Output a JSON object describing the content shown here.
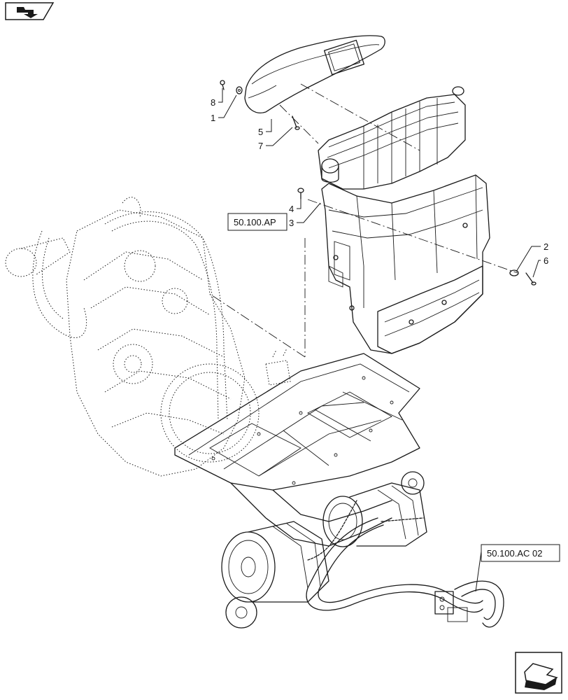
{
  "callouts": {
    "c1": "1",
    "c2": "2",
    "c3": "3",
    "c4": "4",
    "c5": "5",
    "c6": "6",
    "c7": "7",
    "c8": "8"
  },
  "references": {
    "ref_ap": "50.100.AP",
    "ref_ac": "50.100.AC 02"
  },
  "icons": {
    "top_left": "book-arrow-icon",
    "bottom_right": "next-page-arrow-icon"
  }
}
